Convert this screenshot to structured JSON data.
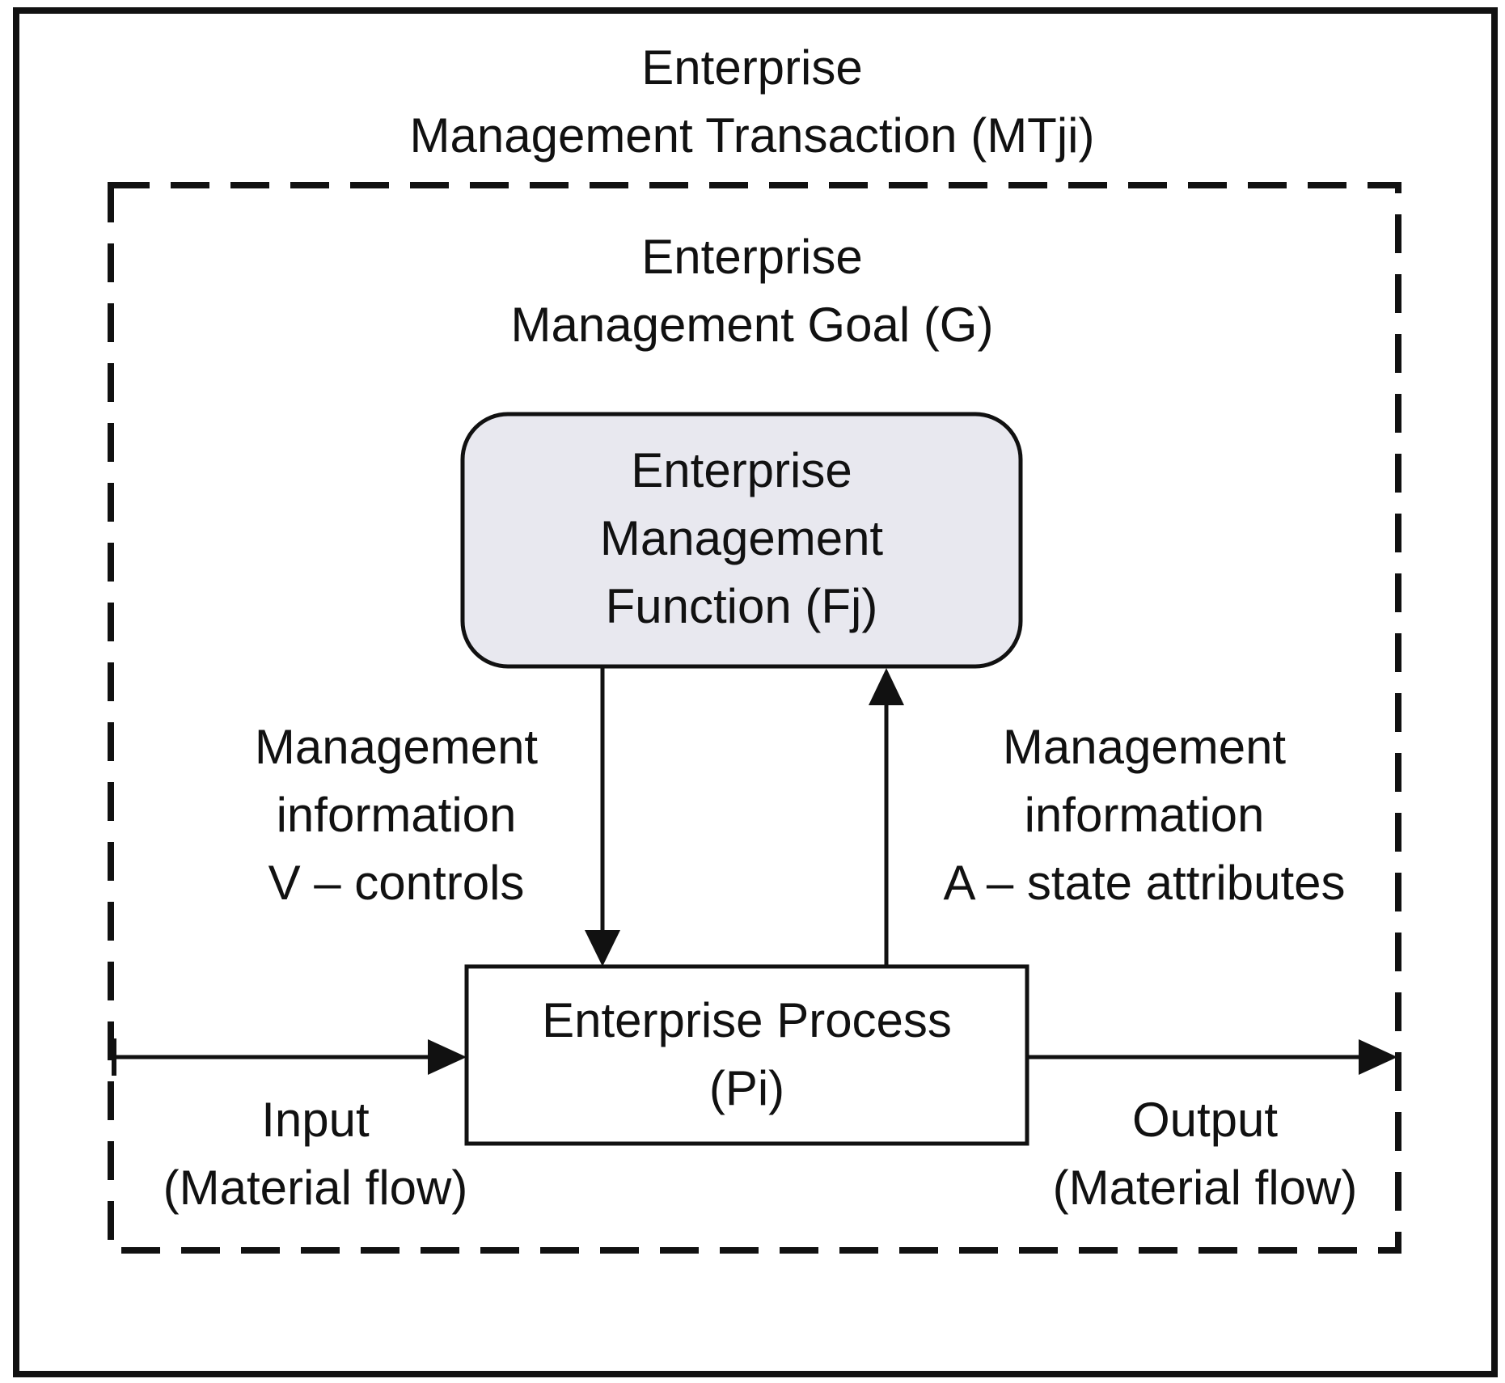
{
  "transaction": {
    "line1": "Enterprise",
    "line2": "Management Transaction (MTji)"
  },
  "goal": {
    "line1": "Enterprise",
    "line2": "Management Goal (G)"
  },
  "function_box": {
    "line1": "Enterprise",
    "line2": "Management",
    "line3": "Function (Fj)",
    "fill": "#e8e8ef"
  },
  "process_box": {
    "line1": "Enterprise Process",
    "line2": "(Pi)"
  },
  "controls_info": {
    "line1": "Management",
    "line2": "information",
    "line3": "V – controls"
  },
  "state_info": {
    "line1": "Management",
    "line2": "information",
    "line3": "A – state attributes"
  },
  "input": {
    "line1": "Input",
    "line2": "(Material flow)"
  },
  "output": {
    "line1": "Output",
    "line2": "(Material flow)"
  }
}
